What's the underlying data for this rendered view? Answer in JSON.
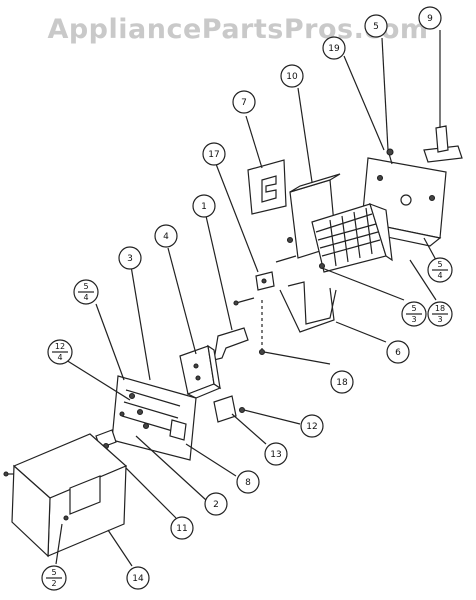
{
  "watermark": "AppliancePartsPros.com",
  "callouts": {
    "c1": "1",
    "c2": "2",
    "c3": "3",
    "c4": "4",
    "c6": "6",
    "c7": "7",
    "c8": "8",
    "c9": "9",
    "c10": "10",
    "c11": "11",
    "c12": "12",
    "c13": "13",
    "c14": "14",
    "c17": "17",
    "c18": "18",
    "c19": "19",
    "c_top": "5"
  },
  "fraction_callouts": {
    "f_5_4_left": {
      "top": "5",
      "bottom": "4"
    },
    "f_12_4": {
      "top": "12",
      "bottom": "4"
    },
    "f_5_4_right": {
      "top": "5",
      "bottom": "4"
    },
    "f_5_3": {
      "top": "5",
      "bottom": "3"
    },
    "f_18_3": {
      "top": "18",
      "bottom": "3"
    },
    "f_5_2": {
      "top": "5",
      "bottom": "2"
    }
  }
}
